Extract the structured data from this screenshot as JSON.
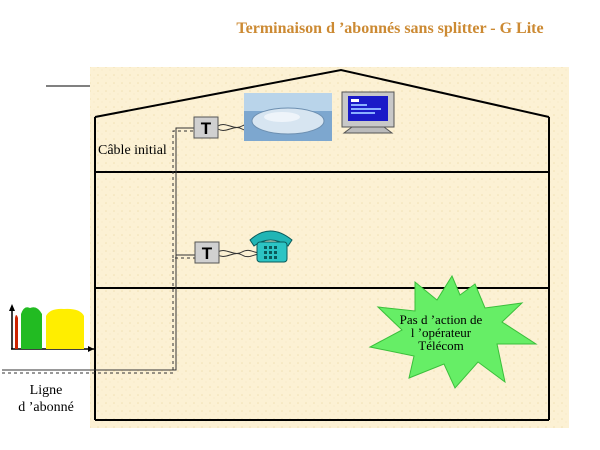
{
  "title": "Terminaison d ’abonnés sans splitter - G Lite",
  "labels": {
    "initial_cable": "Câble initial",
    "subscriber_line_1": "Ligne",
    "subscriber_line_2": "d ’abonné"
  },
  "burst": {
    "line1": "Pas d ’action de",
    "line2": "l ’opérateur",
    "line3": "Télécom"
  },
  "jack_icon": "T",
  "colors": {
    "title": "#cc8a33",
    "house_bg": "#fdf3d8",
    "burst": "#66ee66",
    "spectrum_red": "#cc2200",
    "spectrum_green": "#22bb22",
    "spectrum_yellow": "#ffee00"
  }
}
